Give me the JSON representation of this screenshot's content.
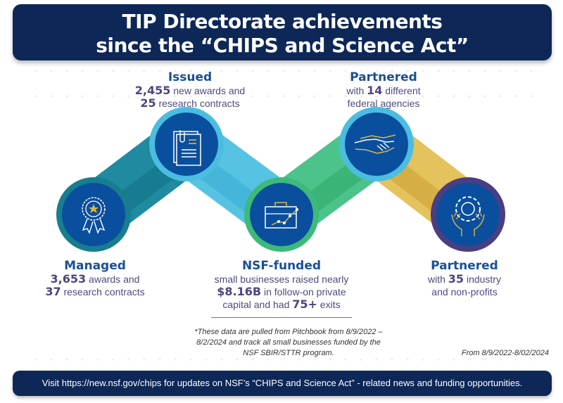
{
  "header": {
    "title_line1": "TIP Directorate achievements",
    "title_line2": "since the “CHIPS and Science Act”"
  },
  "milestones": [
    {
      "id": "managed",
      "heading": "Managed",
      "num1": "3,653",
      "text1": " awards and",
      "num2": "37",
      "text2": " research contracts",
      "icon": "award-ribbon-icon",
      "ring_color": "#177d8f"
    },
    {
      "id": "issued",
      "heading": "Issued",
      "num1": "2,455",
      "text1": " new awards and",
      "num2": "25",
      "text2": " research contracts",
      "icon": "document-clip-icon",
      "ring_color": "#4bbde0"
    },
    {
      "id": "nsf-funded",
      "heading": "NSF-funded",
      "line1": "small businesses raised nearly",
      "num1": "$8.16B",
      "text1": " in follow-on private",
      "text2a": "capital and had ",
      "num2": "75+",
      "text2": " exits",
      "icon": "briefcase-growth-icon",
      "ring_color": "#3dba7a"
    },
    {
      "id": "partnered-federal",
      "heading": "Partnered",
      "text0": "with ",
      "num1": "14",
      "text1": " different",
      "text2": "federal agencies",
      "icon": "handshake-icon",
      "ring_color": "#4bbde0"
    },
    {
      "id": "partnered-industry",
      "heading": "Partnered",
      "text0": "with ",
      "num1": "35",
      "text1": " industry",
      "text2": "and non-profits",
      "icon": "gear-hands-icon",
      "ring_color": "#4a3e83"
    }
  ],
  "footnote": "*These data are pulled from Pitchbook from 8/9/2022 – 8/2/2024 and track all small businesses funded by the NSF SBIR/STTR program.",
  "date_range": "From 8/9/2022-8/02/2024",
  "footer": {
    "text": "Visit https://new.nsf.gov/chips for updates on NSF’s “CHIPS and Science Act” - related news and funding opportunities."
  },
  "colors": {
    "navy": "#0d2757",
    "circle_fill": "#0a4f9e",
    "heading_blue": "#1b4f94",
    "number_purple": "#4b4580",
    "gold": "#d8b64a"
  }
}
